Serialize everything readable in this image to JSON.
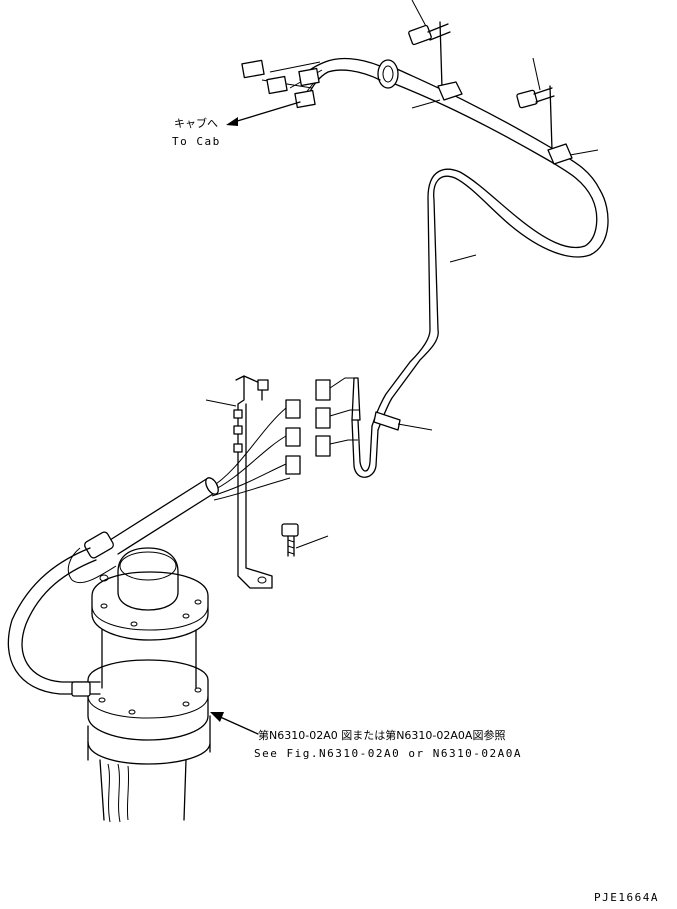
{
  "labels": {
    "to_cab_jp": "キャブへ",
    "to_cab_en": "To Cab",
    "see_fig_jp": "第N6310-02A0 図または第N6310-02A0A図参照",
    "see_fig_en": "See Fig.N6310-02A0 or N6310-02A0A",
    "drawing_code": "PJE1664A"
  }
}
